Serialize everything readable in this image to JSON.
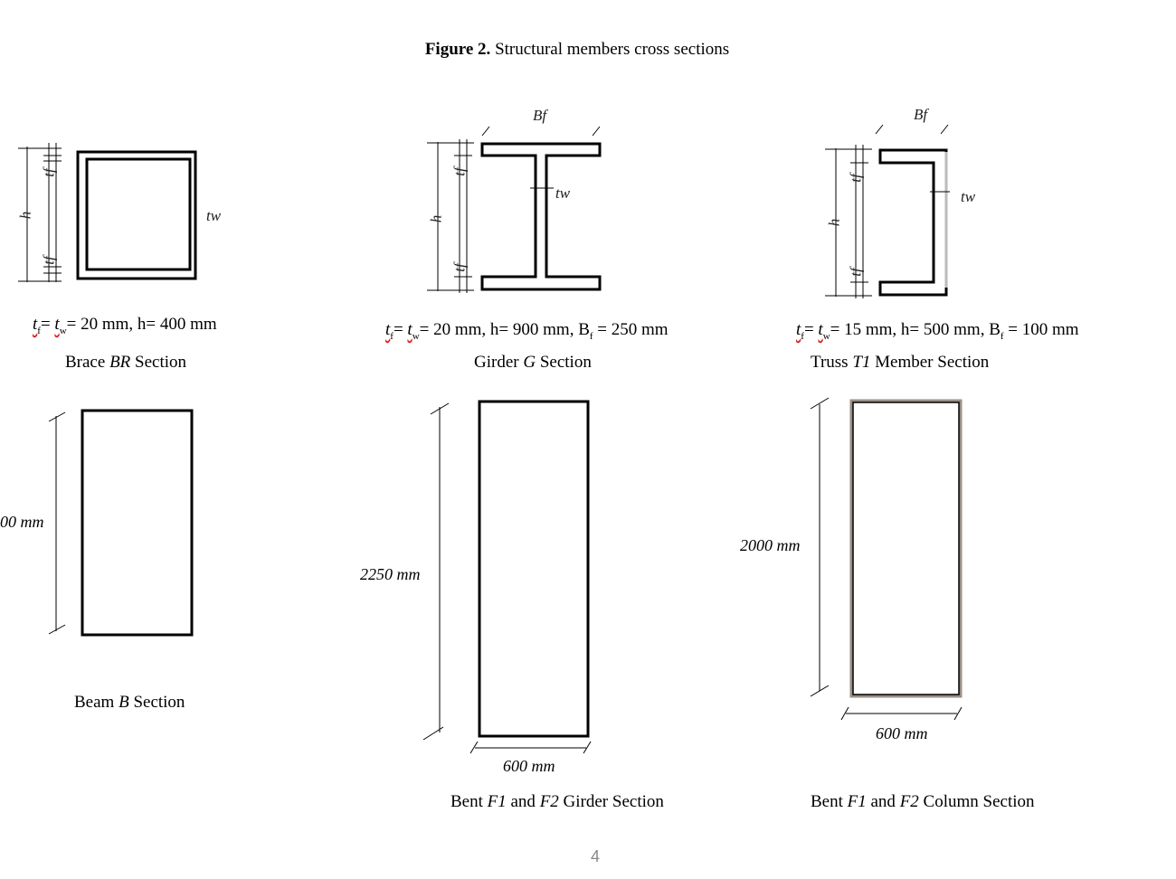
{
  "figure": {
    "label": "Figure 2.",
    "title": "Structural members cross sections"
  },
  "sections": {
    "brace": {
      "formula": {
        "tf": "t",
        "tf_sub": "f",
        "tw": "t",
        "tw_sub": "w",
        "rest": "= 20 mm, h= 400 mm"
      },
      "caption": {
        "pre": "Brace ",
        "name": "BR",
        "post": " Section"
      },
      "labels": {
        "h": "h",
        "tf_top": "tf",
        "tf_bot": "tf",
        "tw": "tw"
      }
    },
    "girder": {
      "formula": {
        "tf": "t",
        "tf_sub": "f",
        "tw": "t",
        "tw_sub": "w",
        "rest": "= 20 mm, h= 900 mm, B",
        "bf_sub": "f",
        "rest2": " = 250 mm"
      },
      "caption": {
        "pre": "Girder ",
        "name": "G",
        "post": " Section"
      },
      "labels": {
        "h": "h",
        "tf_top": "tf",
        "tf_bot": "tf",
        "tw": "tw",
        "bf": "Bf"
      }
    },
    "truss": {
      "formula": {
        "tf": "t",
        "tf_sub": "f",
        "tw": "t",
        "tw_sub": "w",
        "rest": "= 15 mm, h= 500 mm, B",
        "bf_sub": "f",
        "rest2": " = 100 mm"
      },
      "caption": {
        "pre": "Truss ",
        "name": "T1",
        "post": " Member Section"
      },
      "labels": {
        "h": "h",
        "tf_top": "tf",
        "tf_bot": "tf",
        "tw": "tw",
        "bf": "Bf"
      }
    },
    "beam": {
      "height_label": "00 mm",
      "caption": {
        "pre": "Beam ",
        "name": "B",
        "post": " Section"
      }
    },
    "bent_girder": {
      "height_label": "2250 mm",
      "width_label": "600 mm",
      "caption": {
        "pre": "Bent ",
        "f1": "F1",
        "and": " and ",
        "f2": "F2",
        "post": " Girder Section"
      }
    },
    "bent_column": {
      "height_label": "2000 mm",
      "width_label": "600 mm",
      "caption": {
        "pre": "Bent ",
        "f1": "F1",
        "and": " and ",
        "f2": "F2",
        "post": " Column Section"
      }
    }
  },
  "page_number": "4"
}
